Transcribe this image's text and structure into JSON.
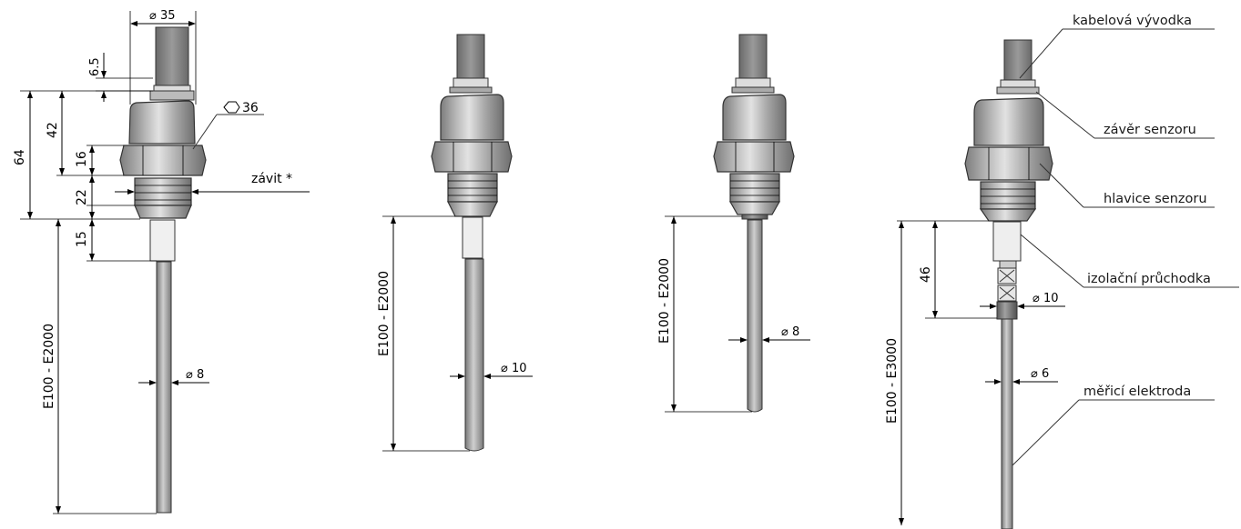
{
  "labels": {
    "dia_35": "⌀ 35",
    "dim_6_5": "6.5",
    "hex_36": "36",
    "dim_42": "42",
    "dim_64": "64",
    "dim_16": "16",
    "dim_22": "22",
    "thread": "závit *",
    "dim_15": "15",
    "len_1": "E100 - E2000",
    "dia_8_a": "⌀ 8",
    "len_2": "E100 - E2000",
    "dia_10_a": "⌀ 10",
    "len_3": "E100 - E2000",
    "dia_8_b": "⌀ 8",
    "dim_46": "46",
    "dia_10_b": "⌀ 10",
    "len_4": "E100 - E3000",
    "dia_6": "⌀ 6"
  },
  "callouts": {
    "cable_gland": "kabelová vývodka",
    "sensor_lock": "závěr senzoru",
    "sensor_head": "hlavice senzoru",
    "insulating_bushing": "izolační průchodka",
    "measuring_electrode": "měřicí elektroda"
  },
  "colors": {
    "metal_light": "#c6c6c6",
    "metal_dark": "#8a8a8a",
    "line": "#000000"
  }
}
